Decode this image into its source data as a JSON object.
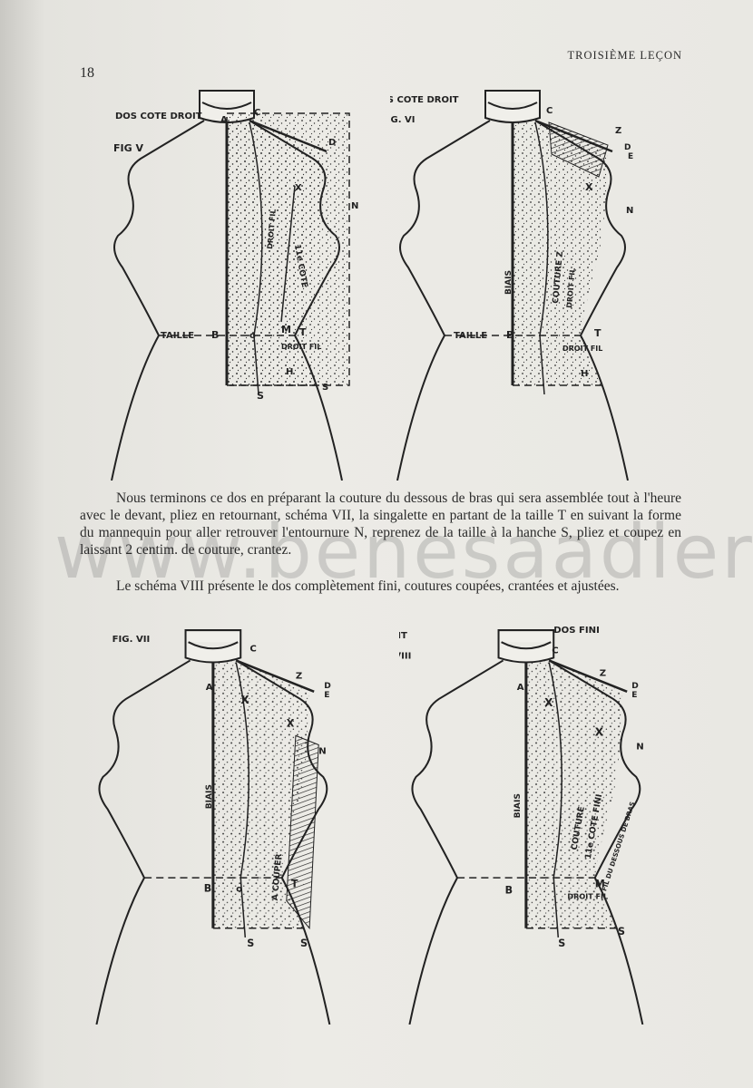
{
  "page_number": "18",
  "running_head": "TROISIÈME LEÇON",
  "watermark": "www.benesaadier.fr",
  "paragraphs": [
    "Nous terminons ce dos en préparant la couture du dessous de bras qui sera assemblée tout à l'heure avec le devant, pliez en retournant, schéma VII, la singalette en partant de la taille T en suivant la forme du mannequin pour aller retrouver l'entournure N, reprenez de la taille à la hanche S, pliez et coupez en laissant 2 centim. de couture, crantez.",
    "Le schéma VIII présente le dos complètement fini, coutures coupées, crantées et ajustées."
  ],
  "figures": [
    {
      "title": "DOS COTE DROIT",
      "fig": "FIG V",
      "labels": {
        "a": "A",
        "b": "B",
        "c": "C",
        "d": "D",
        "n": "N",
        "m": "M",
        "t": "T",
        "s1": "S",
        "s2": "S",
        "h": "H",
        "o": "o",
        "x": "X",
        "taille": "TAILLE",
        "droit_fil": "DROIT FIL",
        "droit_fil2": "DROIT FIL",
        "cote": "11e COTE"
      }
    },
    {
      "title": "DOS COTE DROIT",
      "fig": "FIG. VI",
      "labels": {
        "b": "B",
        "c": "C",
        "d": "D",
        "e": "E",
        "z": "Z",
        "n": "N",
        "t": "T",
        "h": "H",
        "x": "X",
        "taille": "TAILLE",
        "biais": "BIAIS",
        "couture": "COUTURE Z",
        "droit_fil": "DROIT FIL",
        "droit_fil2": "DROIT FIL"
      }
    },
    {
      "title": "",
      "fig": "FIG. VII",
      "labels": {
        "a": "A",
        "b": "B",
        "c": "C",
        "d": "D",
        "e": "E",
        "z": "Z",
        "n": "N",
        "t": "T",
        "s1": "S",
        "s2": "S",
        "o": "o",
        "x": "X",
        "x2": "X",
        "biais": "BIAIS",
        "couper": "A COUPER"
      }
    },
    {
      "title": "DOS COTE DROIT",
      "fig": "FIG. VIII",
      "extra": "DOS FINI",
      "labels": {
        "a": "A",
        "b": "B",
        "c": "C",
        "d": "D",
        "e": "E",
        "z": "Z",
        "n": "N",
        "m": "M",
        "s1": "S",
        "s2": "S",
        "x": "X",
        "x2": "X",
        "biais": "BIAIS",
        "couture": "COUTURE",
        "cote": "11e COTE FINI",
        "droit_fil": "DROIT FIL",
        "bras": "FIL DU DESSOUS DE BRAS"
      }
    }
  ]
}
